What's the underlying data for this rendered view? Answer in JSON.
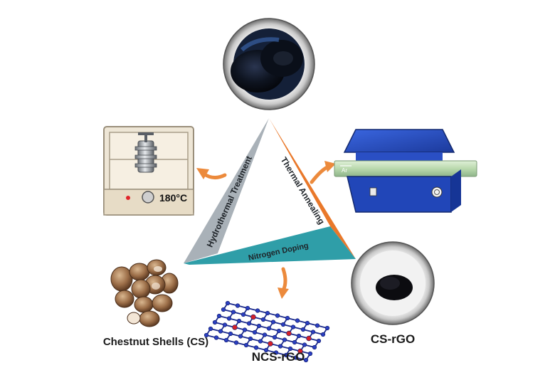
{
  "triangle": {
    "left_label": "Hydrothermal Treatment",
    "right_label": "Thermal Annealing",
    "bottom_label": "Nitrogen Doping"
  },
  "autoclave": {
    "temperature": "180°C"
  },
  "furnace": {
    "gas_label": "Ar"
  },
  "captions": {
    "chestnut_shells": "Chestnut Shells (CS)",
    "ncs_rgo": "NCS-rGO",
    "cs_rgo": "CS-rGO"
  },
  "colors": {
    "left_side": "#a9b1b8",
    "right_side": "#e9782a",
    "bottom_side": "#2f9ea8",
    "arrow": "#ec8a3c",
    "furnace_blue": "#2146b8",
    "oven_frame": "#eee6d6"
  }
}
